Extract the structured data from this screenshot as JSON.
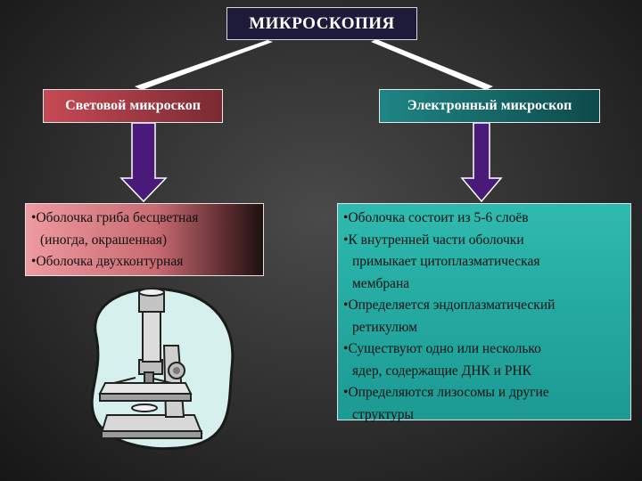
{
  "title": "МИКРОСКОПИЯ",
  "left": {
    "heading": "Световой микроскоп",
    "items": [
      {
        "line1": "Оболочка гриба бесцветная",
        "line2": "(иногда, окрашенная)"
      },
      {
        "line1": "Оболочка двухконтурная",
        "line2": ""
      }
    ]
  },
  "right": {
    "heading": "Электронный микроскоп",
    "items": [
      {
        "line1": "Оболочка состоит из 5-6 слоёв",
        "line2": ""
      },
      {
        "line1": "К внутренней части оболочки",
        "line2": "примыкает цитоплазматическая",
        "line3": "мембрана"
      },
      {
        "line1": "Определяется эндоплазматический",
        "line2": "ретикулюм"
      },
      {
        "line1": "Существуют одно или несколько",
        "line2": "ядер, содержащие ДНК и РНК"
      },
      {
        "line1": "Определяются лизосомы и другие",
        "line2": "структуры"
      }
    ]
  },
  "bullet": "•",
  "colors": {
    "arrow": "#4a1a7a",
    "left_head": "#c74a55",
    "right_head": "#1f8585",
    "microscope_bg": "#d6f0ee"
  },
  "icons": [
    "microscope-icon"
  ]
}
